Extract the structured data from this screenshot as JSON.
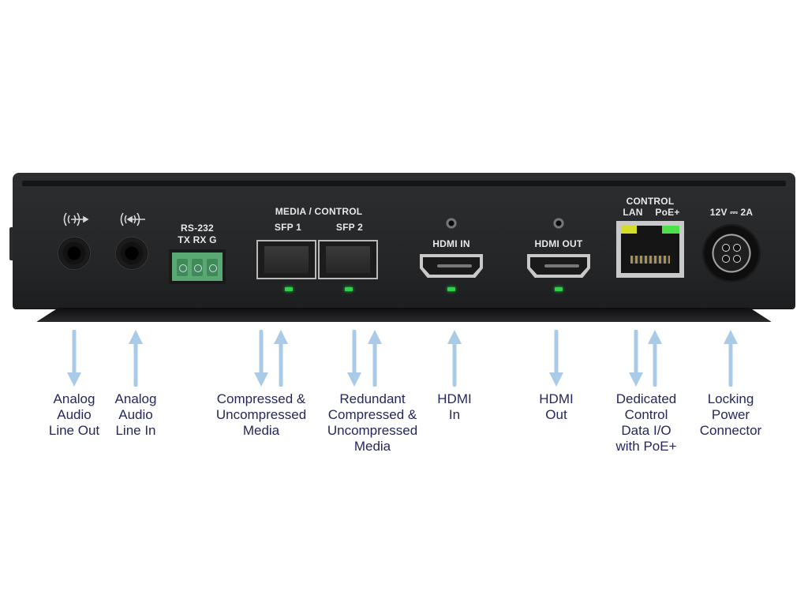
{
  "device": {
    "audio_out_icon": "audio-out-icon",
    "audio_in_icon": "audio-in-icon",
    "rs232_label": "RS-232",
    "rs232_pins_label": "TX RX G",
    "media_control_label": "MEDIA / CONTROL",
    "sfp1_label": "SFP 1",
    "sfp2_label": "SFP 2",
    "hdmi_in_label": "HDMI IN",
    "hdmi_out_label": "HDMI OUT",
    "control_label": "CONTROL",
    "lan_label": "LAN",
    "poe_label": "PoE+",
    "power_label": "12V ⎓ 2A",
    "colors": {
      "chassis": "#262729",
      "terminal_green": "#5aa874",
      "led_green": "#2fd04a",
      "led_yellow": "#d5dc2a",
      "arrow": "#a9cbe8",
      "callout_text": "#26275a"
    }
  },
  "callouts": [
    {
      "lines": [
        "Analog",
        "Audio",
        "Line Out"
      ],
      "direction": "down"
    },
    {
      "lines": [
        "Analog",
        "Audio",
        "Line In"
      ],
      "direction": "up"
    },
    {
      "lines": [
        "Compressed &",
        "Uncompressed",
        "Media"
      ],
      "direction": "both"
    },
    {
      "lines": [
        "Redundant",
        "Compressed &",
        "Uncompressed",
        "Media"
      ],
      "direction": "both"
    },
    {
      "lines": [
        "HDMI",
        "In"
      ],
      "direction": "up"
    },
    {
      "lines": [
        "HDMI",
        "Out"
      ],
      "direction": "down"
    },
    {
      "lines": [
        "Dedicated",
        "Control",
        "Data I/O",
        "with PoE+"
      ],
      "direction": "both"
    },
    {
      "lines": [
        "Locking",
        "Power",
        "Connector"
      ],
      "direction": "up"
    }
  ]
}
